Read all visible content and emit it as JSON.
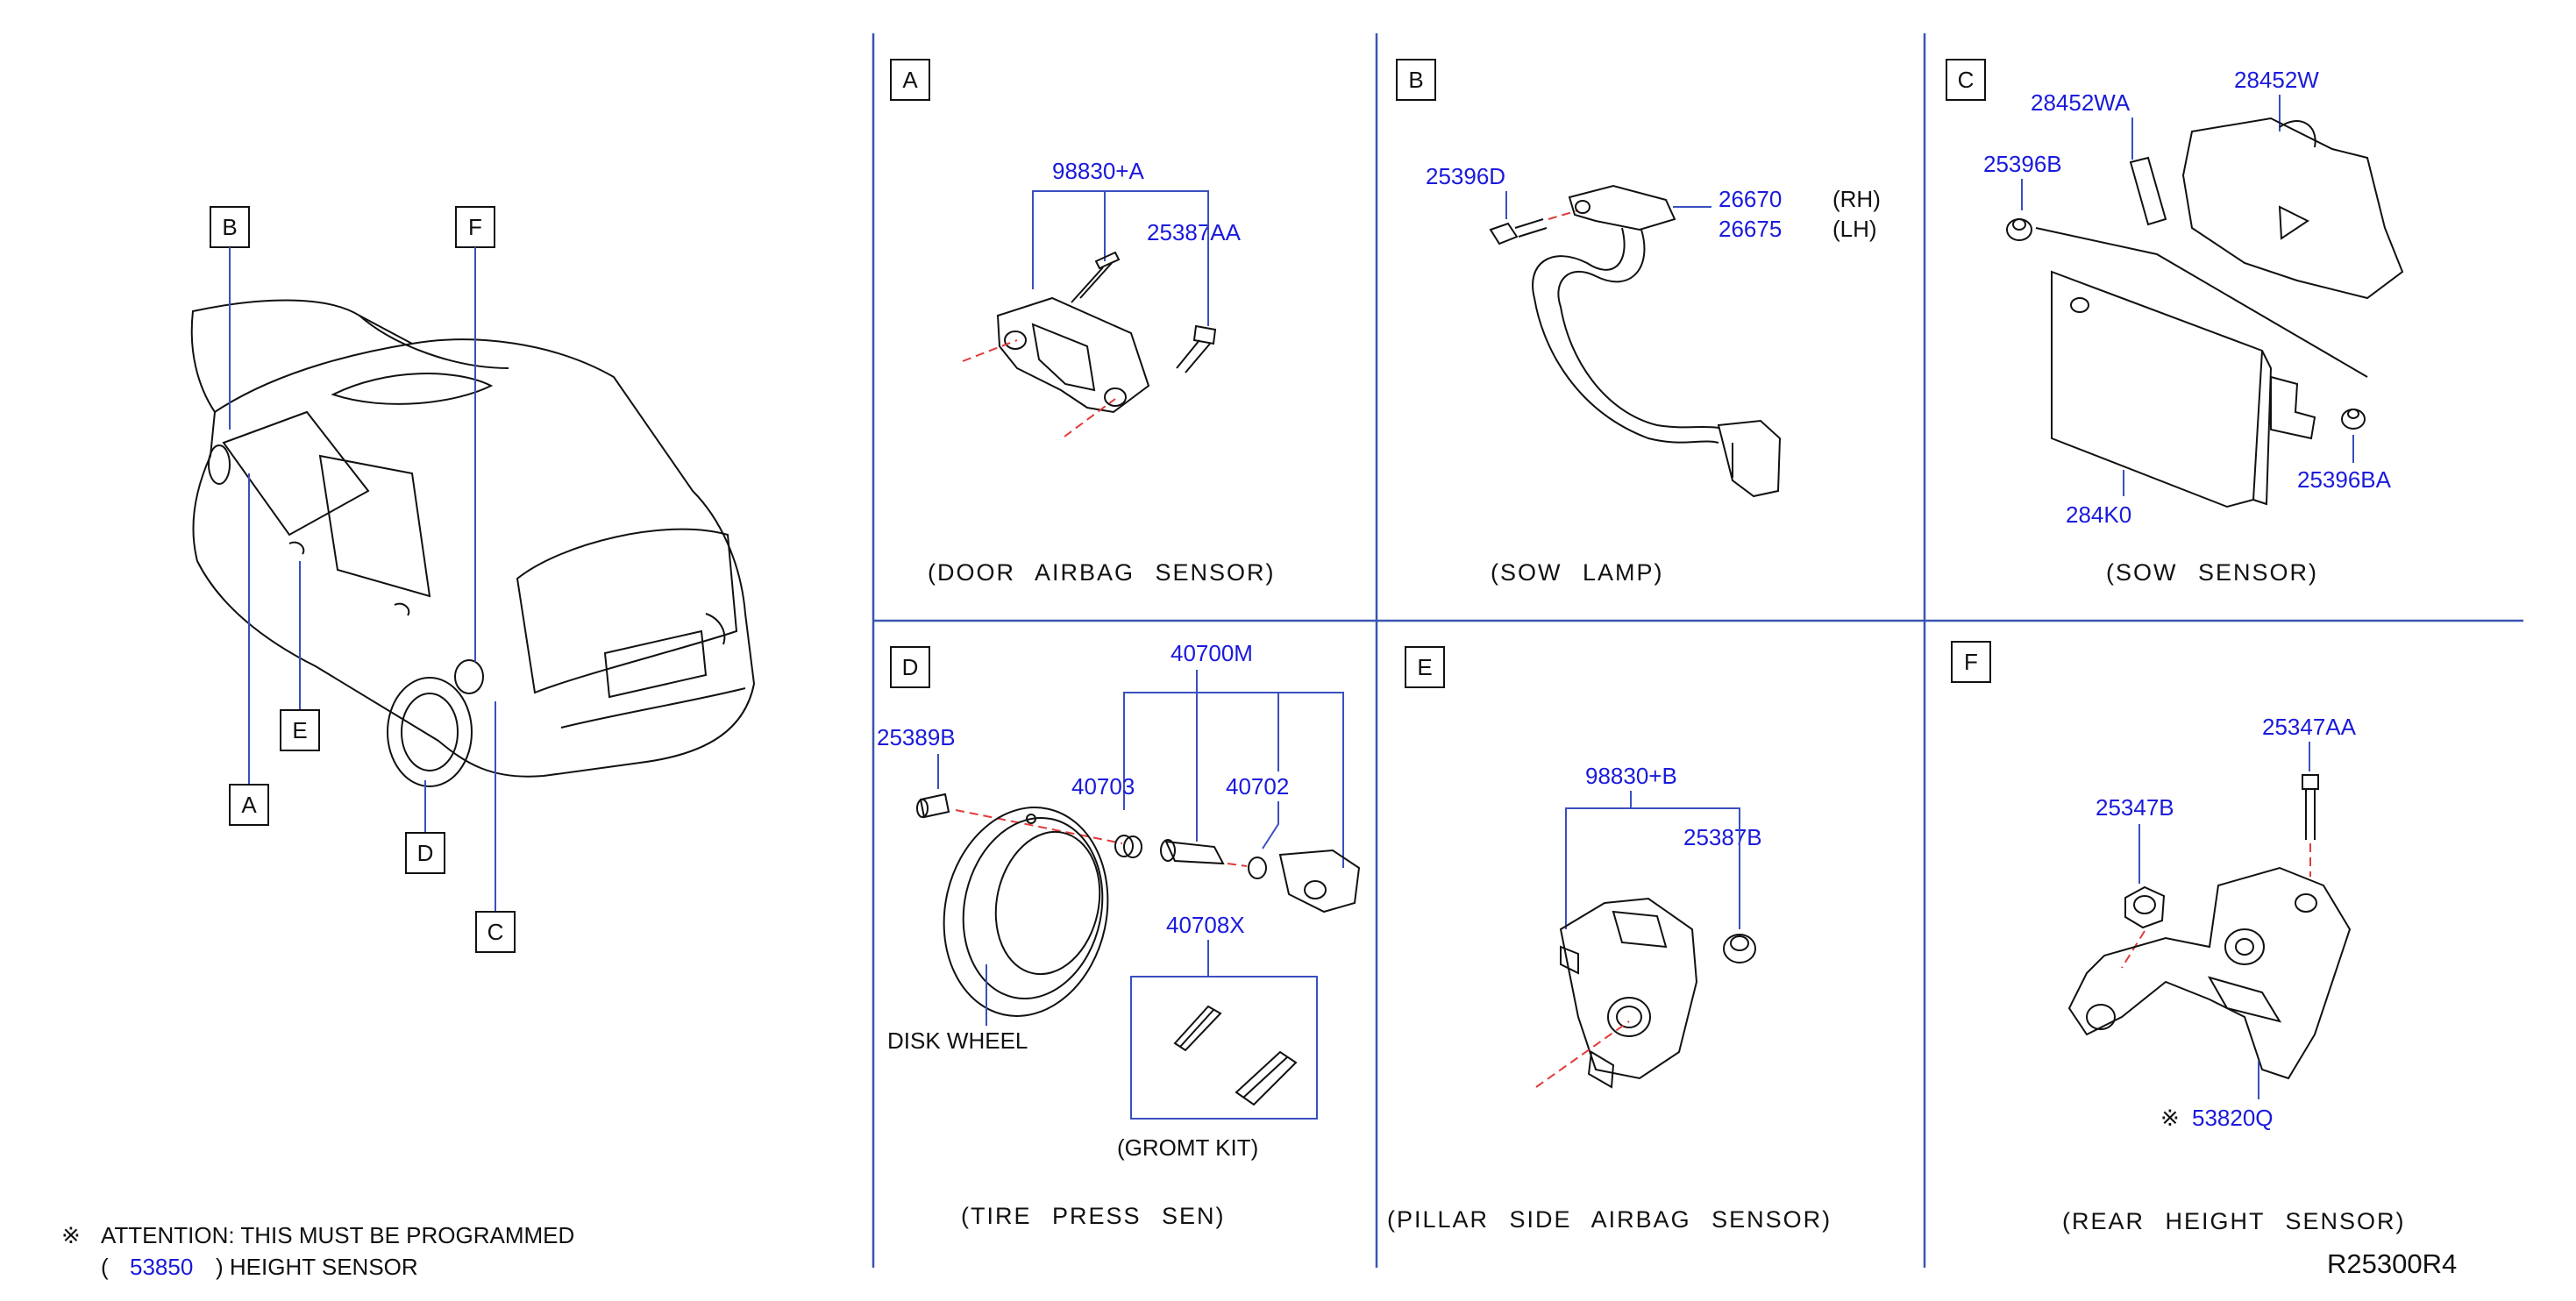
{
  "colors": {
    "part_number": "#1a1adb",
    "leader": "#3a4fc0",
    "centerline": "#e23a3a",
    "panel_divider": "#3a55b0"
  },
  "vehicle_callouts": {
    "b": "B",
    "f": "F",
    "e": "E",
    "a": "A",
    "d": "D",
    "c": "C"
  },
  "attention": {
    "mark": "※",
    "line1": "ATTENTION:  THIS  MUST  BE  PROGRAMMED",
    "line2_open": "(",
    "part": "53850",
    "line2_close": ")  HEIGHT  SENSOR"
  },
  "panels": {
    "a": {
      "tag": "A",
      "parts": [
        "98830+A",
        "25387AA"
      ],
      "caption": "(DOOR   AIRBAG   SENSOR)"
    },
    "b": {
      "tag": "B",
      "parts": [
        "25396D",
        "26670",
        "26675"
      ],
      "sides": [
        "(RH)",
        "(LH)"
      ],
      "caption": "(SOW   LAMP)"
    },
    "c": {
      "tag": "C",
      "parts": [
        "28452WA",
        "28452W",
        "25396B",
        "284K0",
        "25396BA"
      ],
      "caption": "(SOW   SENSOR)"
    },
    "d": {
      "tag": "D",
      "parts": [
        "40700M",
        "25389B",
        "40703",
        "40702",
        "40708X"
      ],
      "wheel_label": "DISK   WHEEL",
      "kit_label": "(GROMT   KIT)",
      "caption": "(TIRE   PRESS   SEN)"
    },
    "e": {
      "tag": "E",
      "parts": [
        "98830+B",
        "25387B"
      ],
      "caption": "(PILLAR   SIDE   AIRBAG   SENSOR)"
    },
    "f": {
      "tag": "F",
      "parts": [
        "25347AA",
        "25347B"
      ],
      "programmed_mark": "※",
      "programmed_part": "53820Q",
      "caption": "(REAR   HEIGHT   SENSOR)"
    }
  },
  "drawing_number": "R25300R4"
}
